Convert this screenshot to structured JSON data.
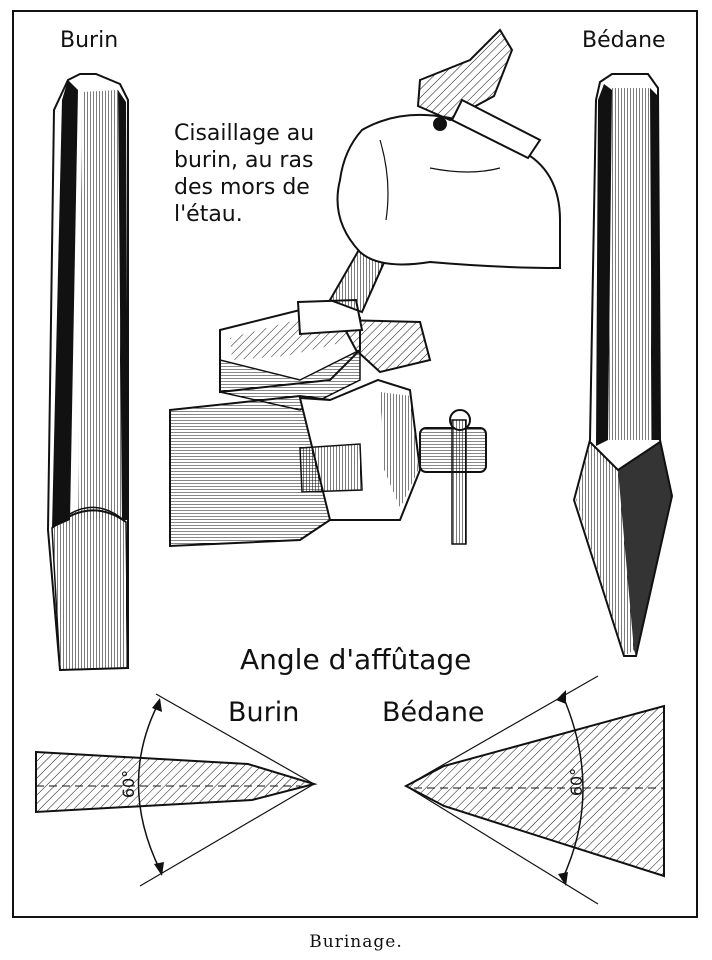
{
  "labels": {
    "burin_top": "Burin",
    "bedane_top": "Bédane",
    "vise_caption": [
      "Cisaillage au",
      "burin, au ras",
      "des mors de",
      "l'étau."
    ],
    "angle_title": "Angle d'affûtage",
    "burin_angle": "Burin",
    "bedane_angle": "Bédane",
    "burin_angle_value": "60°",
    "bedane_angle_value": "60°",
    "figure_caption": "Burinage."
  },
  "colors": {
    "ink": "#111111",
    "paper": "#ffffff"
  }
}
